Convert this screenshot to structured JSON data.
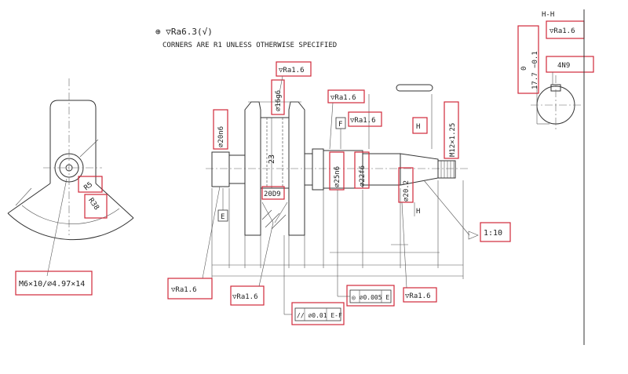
{
  "header": {
    "note_roughness": "⊕ ▽Ra6.3(√)",
    "note_corners": "CORNERS ARE R1 UNLESS OTHERWISE SPECIFIED"
  },
  "section": {
    "title": "H-H",
    "tol_upper": "0",
    "tol_lower": "17.7 −0.1",
    "ra": "▽Ra1.6",
    "keyway": "4N9"
  },
  "left_view": {
    "r5": "R5",
    "r38": "R38",
    "thread": "M6×10/∅4.97×14"
  },
  "main": {
    "dia_20n6": "∅20n6",
    "dia_16g6": "∅16g6",
    "ra_top": "▽Ra1.6",
    "dim_23": "23",
    "dim_20d9": "20D9",
    "ra_mid": "▽Ra1.6",
    "datum_f": "F",
    "ra_f": "▽Ra1.6",
    "dia_25n6": "∅25n6",
    "dia_22f6": "∅22f6",
    "dia_20_2": "∅20.2",
    "section_mark_h1": "H",
    "section_mark_h2": "H",
    "thread_m12": "M12×1.25",
    "datum_e": "E",
    "taper": "1:10",
    "ra_bottom_left": "▽Ra1.6",
    "ra_bottom_mid": "▽Ra1.6",
    "ra_bottom_right": "▽Ra1.6",
    "parallel": "//  ∅0.01  E-F",
    "concentric": "◎ ∅0.005  E"
  }
}
